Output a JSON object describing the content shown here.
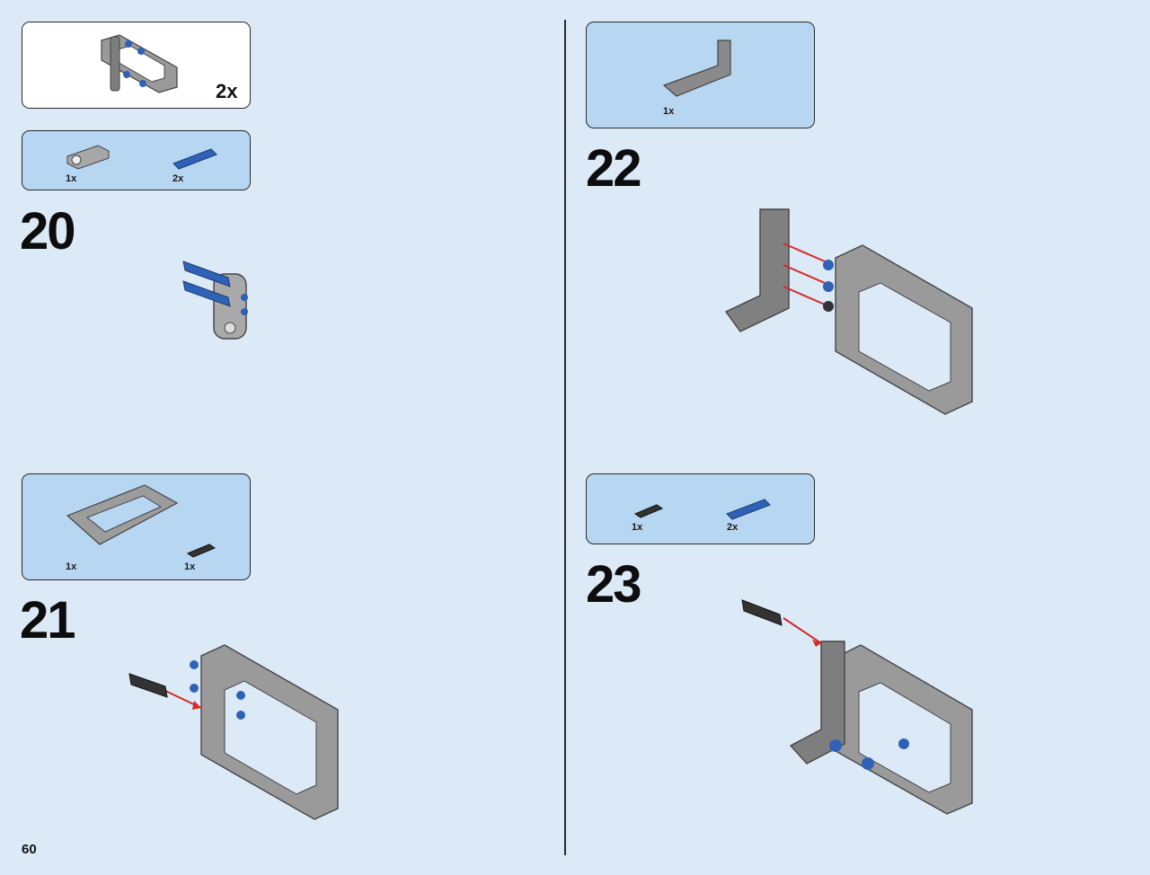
{
  "page_number": "60",
  "subassembly_box": {
    "multiplier": "2x"
  },
  "steps": [
    {
      "number": "20",
      "parts": [
        {
          "qty": "1x",
          "part": "gray-axle-pin-connector"
        },
        {
          "qty": "2x",
          "part": "blue-long-pin"
        }
      ]
    },
    {
      "number": "21",
      "parts": [
        {
          "qty": "1x",
          "part": "gray-5x7-open-frame"
        },
        {
          "qty": "1x",
          "part": "black-pin-with-bush"
        }
      ]
    },
    {
      "number": "22",
      "parts": [
        {
          "qty": "1x",
          "part": "gray-l-beam"
        }
      ]
    },
    {
      "number": "23",
      "parts": [
        {
          "qty": "1x",
          "part": "black-pin-with-bush"
        },
        {
          "qty": "2x",
          "part": "blue-long-pin"
        }
      ]
    }
  ],
  "colors": {
    "background": "#dce9f7",
    "callout": "#b7d6f2",
    "brick_gray": "#8d8d8d",
    "pin_blue": "#2f62b7",
    "arrow_red": "#d42a2a"
  }
}
